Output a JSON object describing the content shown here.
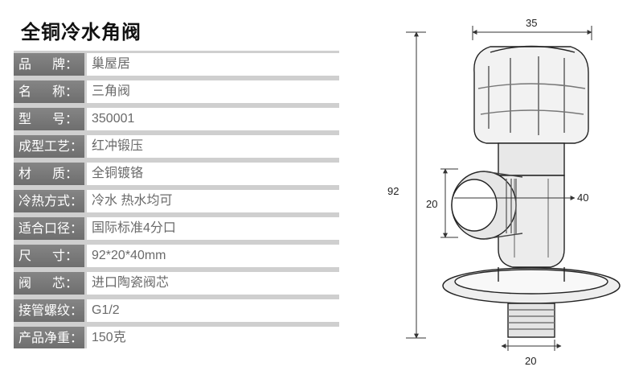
{
  "title": "全铜冷水角阀",
  "specs": [
    {
      "label": "品牌",
      "spaced": true,
      "value": "巢屋居"
    },
    {
      "label": "名称",
      "spaced": true,
      "value": "三角阀"
    },
    {
      "label": "型号",
      "spaced": true,
      "value": "350001"
    },
    {
      "label": "成型工艺",
      "spaced": false,
      "value": "红冲锻压"
    },
    {
      "label": "材质",
      "spaced": true,
      "value": "全铜镀铬"
    },
    {
      "label": "冷热方式",
      "spaced": false,
      "value": "冷水 热水均可"
    },
    {
      "label": "适合口径",
      "spaced": false,
      "value": "国际标准4分口"
    },
    {
      "label": "尺寸",
      "spaced": true,
      "value": "92*20*40mm"
    },
    {
      "label": "阀芯",
      "spaced": true,
      "value": "进口陶瓷阀芯"
    },
    {
      "label": "接管螺纹",
      "spaced": false,
      "value": "G1/2"
    },
    {
      "label": "产品净重",
      "spaced": false,
      "value": "150克"
    }
  ],
  "dimensions": {
    "top_width": "35",
    "height": "92",
    "inlet_diameter": "20",
    "depth": "40",
    "bottom_width": "20"
  },
  "colors": {
    "label_bg": "#7a7a7a",
    "value_text": "#6a6a6a",
    "border": "#cfcfcf"
  }
}
